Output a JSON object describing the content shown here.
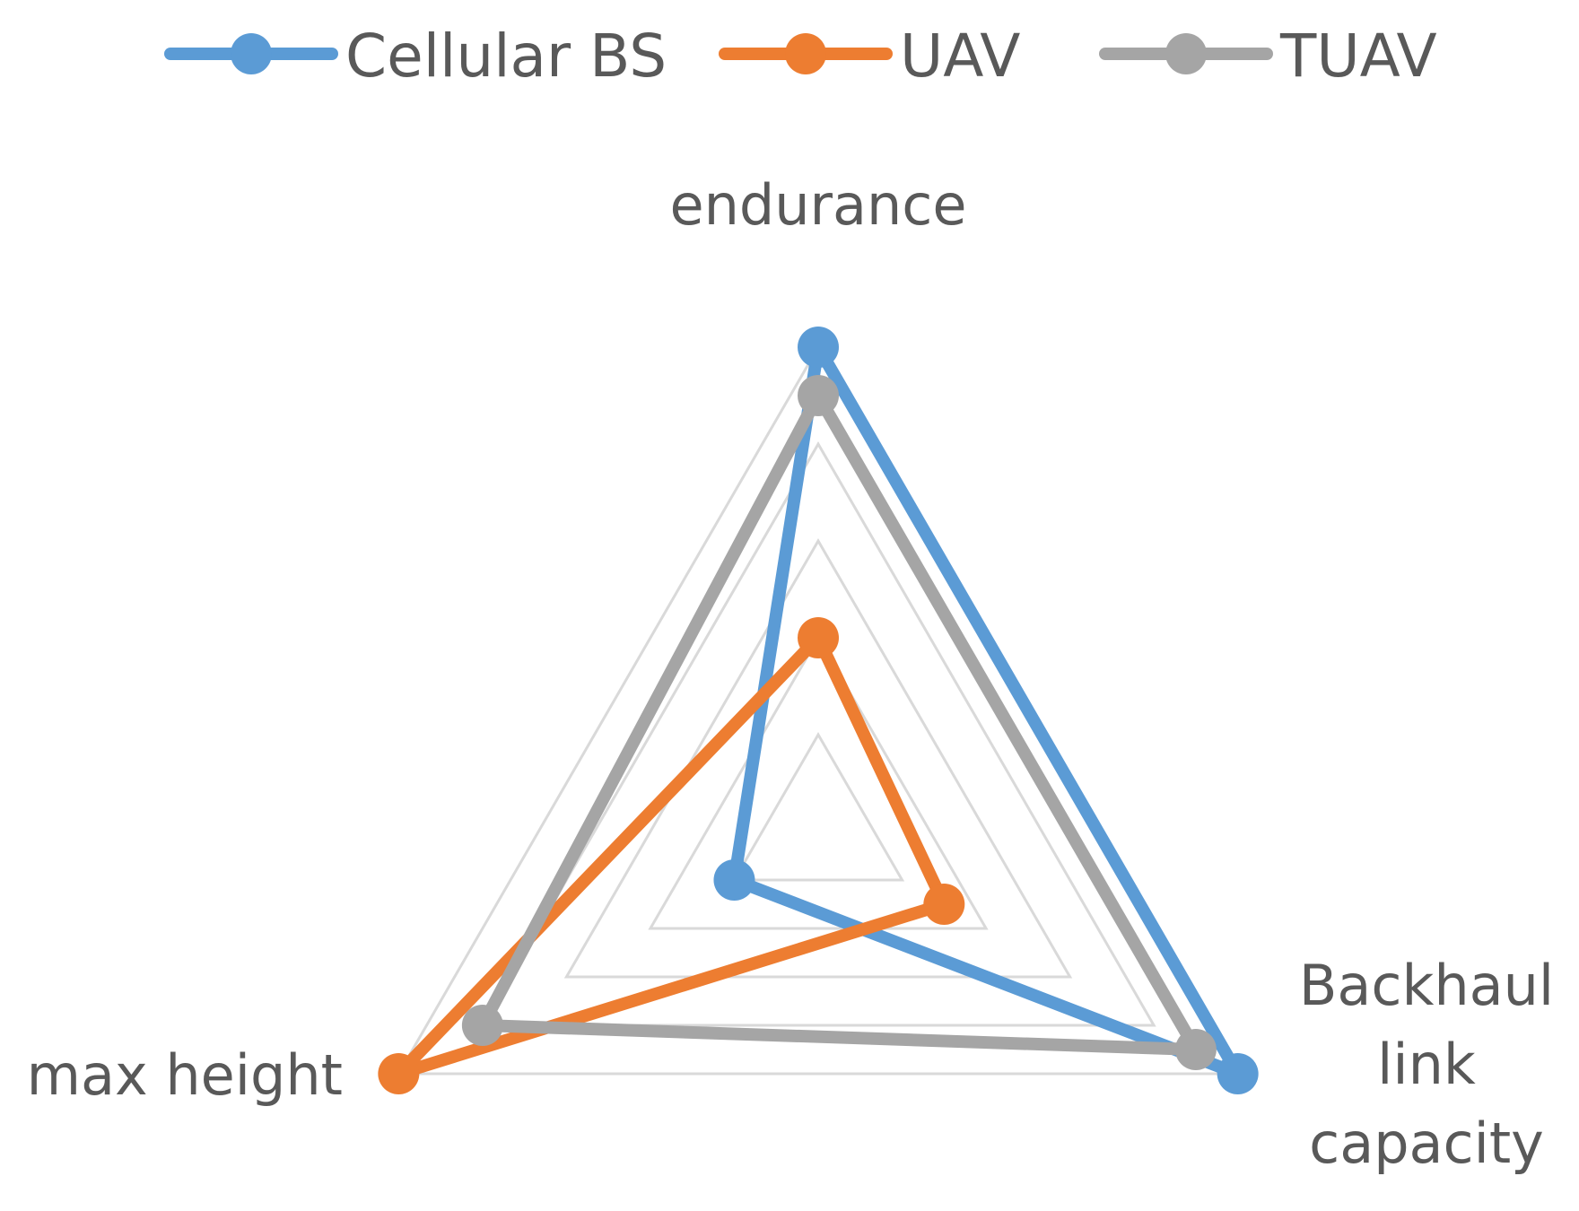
{
  "chart_data": {
    "type": "radar",
    "axes": [
      "endurance",
      "Backhaul link capacity",
      "max height"
    ],
    "axis_label_lines": [
      [
        "endurance"
      ],
      [
        "Backhaul",
        "link",
        "capacity"
      ],
      [
        "max height"
      ]
    ],
    "rmax": 5,
    "grid_levels": [
      1,
      2,
      3,
      4,
      5
    ],
    "legend_position": "top",
    "series": [
      {
        "name": "Cellular BS",
        "color": "#5B9BD5",
        "values": [
          5,
          5,
          1
        ]
      },
      {
        "name": "UAV",
        "color": "#ED7D31",
        "values": [
          2,
          1.5,
          5
        ]
      },
      {
        "name": "TUAV",
        "color": "#A5A5A5",
        "values": [
          4.5,
          4.5,
          4
        ]
      }
    ]
  }
}
